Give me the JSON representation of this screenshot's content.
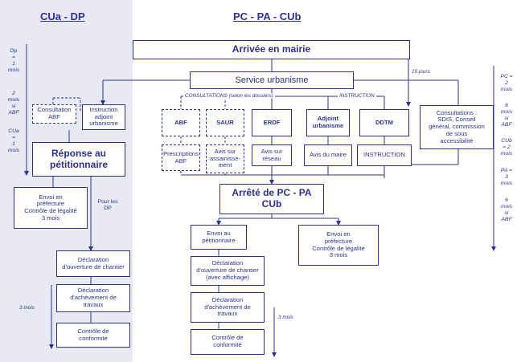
{
  "headers": {
    "left": "CUa - DP",
    "right": "PC - PA - CUb"
  },
  "sidebar_left": {
    "dp": [
      "Dp",
      "=",
      "1",
      "mois"
    ],
    "dp_abf": [
      "2",
      "mois",
      "si",
      "ABF"
    ],
    "cua": [
      "CUa",
      "=",
      "1",
      "mois"
    ],
    "three_months": "3 mois"
  },
  "sidebar_right": {
    "pc": [
      "PC =",
      "2",
      "mois"
    ],
    "pc_abf": [
      "6",
      "mois",
      "si",
      "ABF"
    ],
    "cub": [
      "CUb",
      "= 2",
      "mois"
    ],
    "pa": [
      "PA =",
      "3",
      "mois"
    ],
    "pa_abf": [
      "6",
      "mois",
      "si",
      "ABF"
    ]
  },
  "left_flow": {
    "consultation_abf": [
      "Consultation",
      "ABF"
    ],
    "instruction": [
      "Instruction",
      "adjoint",
      "urbanisme"
    ],
    "reponse": [
      "Réponse au",
      "pétitionnaire"
    ],
    "envoi": [
      "Envoi en",
      "préfecture",
      "Contrôle de légalité",
      "3 mois"
    ],
    "pour_dp": [
      "Pour les",
      "DP"
    ],
    "declaration_ouverture": [
      "Déclaration",
      "d'ouverture de chantier"
    ],
    "declaration_achevement": [
      "Déclaration",
      "d'achèvement de",
      "travaux"
    ],
    "controle": [
      "Contrôle de",
      "conformité"
    ]
  },
  "main_flow": {
    "arrivee": "Arrivée en mairie",
    "service": "Service urbanisme",
    "quinze_jours": "15 jours",
    "consultations_label": "CONSULTATIONS (selon les dossiers)",
    "instruction_label": "INSTRUCTION",
    "abf": "ABF",
    "saur": "SAUR",
    "erdf": "ERDF",
    "adjoint": [
      "Adjoint",
      "urbanisme"
    ],
    "ddtm": "DDTM",
    "consultations_right": [
      "Consultations :",
      "SDIS, Conseil",
      "général, commission",
      "de sous",
      "accessibilité"
    ],
    "prescriptions": [
      "Prescriptions",
      "ABF"
    ],
    "avis_assainissement": [
      "Avis sur",
      "assainisse-",
      "ment"
    ],
    "avis_reseau": [
      "Avis sur",
      "réseau"
    ],
    "avis_maire": "Avis du maire",
    "instruction_box": "INSTRUCTION",
    "arrete": [
      "Arrêté de PC - PA",
      "CUb"
    ],
    "envoi_petitionnaire": [
      "Envoi au",
      "pétitionnaire"
    ],
    "envoi_prefecture": [
      "Envoi en",
      "préfecture",
      "Contrôle de légalité",
      "3 mois"
    ],
    "declaration_ouverture": [
      "Déclaration",
      "d'ouverture de chantier",
      "(avec affichage)"
    ],
    "declaration_achevement": [
      "Déclaration",
      "d'achèvement de",
      "travaux"
    ],
    "trois_mois": "3 mois",
    "controle": [
      "Contrôle de",
      "conformité"
    ]
  }
}
